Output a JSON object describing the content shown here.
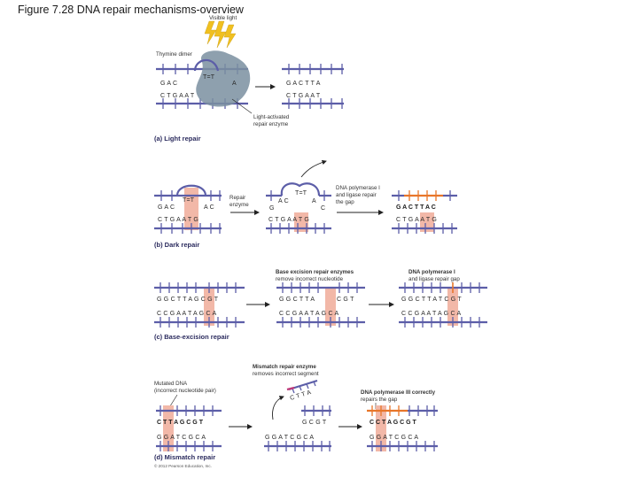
{
  "title": "Figure 7.28 DNA repair mechanisms-overview",
  "light_repair": {
    "visible_light": "Visible light",
    "thymine_dimer": "Thymine dimer",
    "dimer": "T=T",
    "left_top": "G A C",
    "left_top_right": "A",
    "left_bottom": "C T G A A T",
    "right_top": "G A C T T A",
    "right_bottom": "C T G A A T",
    "enzyme_label_1": "Light-activated",
    "enzyme_label_2": "repair enzyme",
    "caption": "(a) Light repair"
  },
  "dark_repair": {
    "left_top_dimer": "T=T",
    "left_top": "G A C",
    "left_top_right": "A C",
    "left_bottom": "C T G A A T G",
    "repair_enzyme_1": "Repair",
    "repair_enzyme_2": "enzyme",
    "mid_dimer": "T=T",
    "mid_top_left": "A C",
    "mid_top_g": "G",
    "mid_top_right": "A",
    "mid_top_c": "C",
    "mid_bottom": "C T G A A T G",
    "poly_1": "DNA polymerase I",
    "poly_2": "and ligase repair",
    "poly_3": "the gap",
    "right_top": "G A C T T A C",
    "right_bottom": "C T G A A T G",
    "caption": "(b) Dark repair"
  },
  "base_excision": {
    "left_top": "G G C T T A G C G T",
    "left_bottom": "C C G A A T A G C A",
    "mid_label_1": "Base excision repair enzymes",
    "mid_label_2": "remove incorrect nucleotide",
    "mid_top_left": "G G C T T A",
    "mid_top_right": "C G T",
    "mid_bottom": "C C G A A T A G C A",
    "right_label_1": "DNA polymerase I",
    "right_label_2": "and ligase repair gap",
    "right_top": "G G C T T A T C G T",
    "right_bottom": "C C G A A T A G C A",
    "caption": "(c) Base-excision repair"
  },
  "mismatch": {
    "mutated_1": "Mutated DNA",
    "mutated_2": "(incorrect nucleotide pair)",
    "left_top": "C T T A G C G T",
    "left_bottom": "G G A T C G C A",
    "enzyme_label_1": "Mismatch repair enzyme",
    "enzyme_label_2": "removes incorrect segment",
    "removed_segment": "C T T A",
    "mid_top": "G C G T",
    "mid_bottom": "G G A T C G C A",
    "poly_1": "DNA polymerase III correctly",
    "poly_2": "repairs the gap",
    "right_top": "C C T A G C G T",
    "right_bottom": "G G A T C G C A",
    "caption": "(d) Mismatch repair"
  },
  "copyright": "© 2012 Pearson Education, Inc.",
  "colors": {
    "strand": "#5c5ea8",
    "highlight": "#f2b8a8",
    "orange": "#e8762a",
    "light_bolt": "#f0c020",
    "enzyme": "#7a8fa0"
  }
}
